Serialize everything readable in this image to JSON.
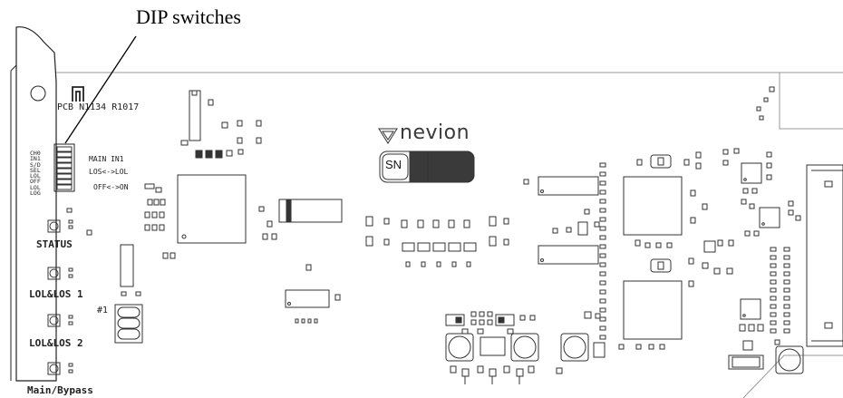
{
  "callout": {
    "label": "DIP switches"
  },
  "pcb": {
    "label": "PCB N1134 R1017"
  },
  "dip": {
    "names": [
      "CH0",
      "IN1",
      "S/D",
      "SEL",
      "LOL",
      "OFF",
      "LOL",
      "LOG"
    ],
    "setting_1": "MAIN IN1",
    "setting_2": "LOS<->LOL",
    "setting_3": "OFF<->ON"
  },
  "brand": {
    "name": "nevion",
    "serial_label": "SN"
  },
  "leds": {
    "status": "STATUS",
    "lol_los_1": "LOL&LOS 1",
    "lol_los_2": "LOL&LOS 2",
    "main_bypass": "Main/Bypass"
  },
  "jumper": {
    "label": "#1"
  }
}
